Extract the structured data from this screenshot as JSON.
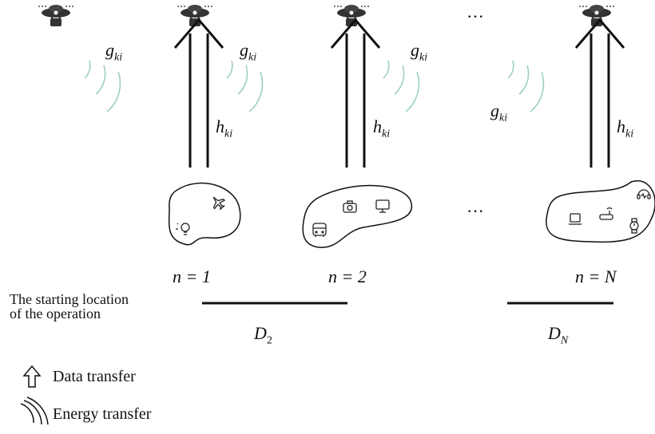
{
  "labels": {
    "g": "g",
    "g_sub": "ki",
    "h": "h",
    "h_sub": "ki",
    "n1": "n = 1",
    "n2": "n = 2",
    "nN": "n = N",
    "dots": "···",
    "start_line1": "The starting location",
    "start_line2": "of the operation",
    "D2": "D",
    "D2_sub": "2",
    "DN": "D",
    "DN_sub": "N"
  },
  "legend": {
    "data_transfer": "Data transfer",
    "energy_transfer": "Energy transfer"
  },
  "colors": {
    "wave": "#9ecfc0",
    "stroke": "#111111"
  },
  "icons": {
    "uav": "drone-icon",
    "cluster1": [
      "airplane-icon",
      "lightbulb-icon"
    ],
    "cluster2": [
      "camera-icon",
      "monitor-icon",
      "bus-icon"
    ],
    "clusterN": [
      "headphones-icon",
      "laptop-icon",
      "router-icon",
      "smartwatch-icon"
    ]
  }
}
